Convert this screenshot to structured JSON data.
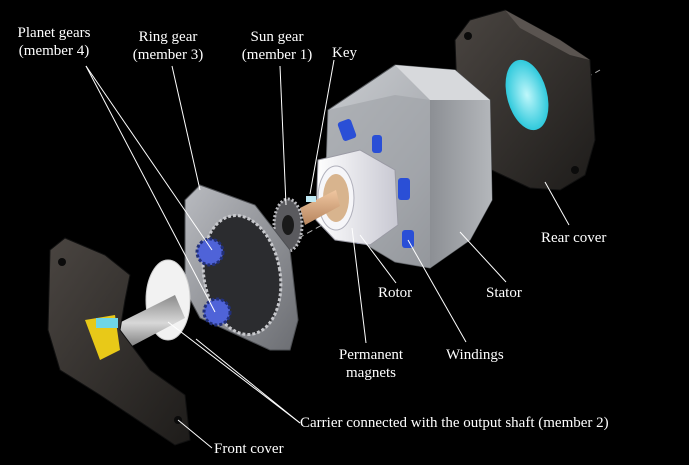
{
  "labels": {
    "planet_gears": [
      "Planet gears",
      "(member 4)"
    ],
    "ring_gear": [
      "Ring gear",
      "(member 3)"
    ],
    "sun_gear": [
      "Sun gear",
      "(member 1)"
    ],
    "key": "Key",
    "rear_cover": "Rear cover",
    "rotor": "Rotor",
    "stator": "Stator",
    "permanent_magnets": [
      "Permanent",
      "magnets"
    ],
    "windings": "Windings",
    "carrier": "Carrier connected with the output shaft (member 2)",
    "front_cover": "Front cover"
  },
  "colors": {
    "background": "#000000",
    "label_text": "#ffffff",
    "housing": "#3a3633",
    "stator": "#a9acb1",
    "windings": "#2a4fd6",
    "rotor": "#e9e9ef",
    "shaft": "#e2b48c",
    "ring_gear": "#9c9ea4",
    "planet_gears": "#4f63d8",
    "rear_cover_hole": "#4fe3f1",
    "front_cover_accent": "#f0d020"
  }
}
